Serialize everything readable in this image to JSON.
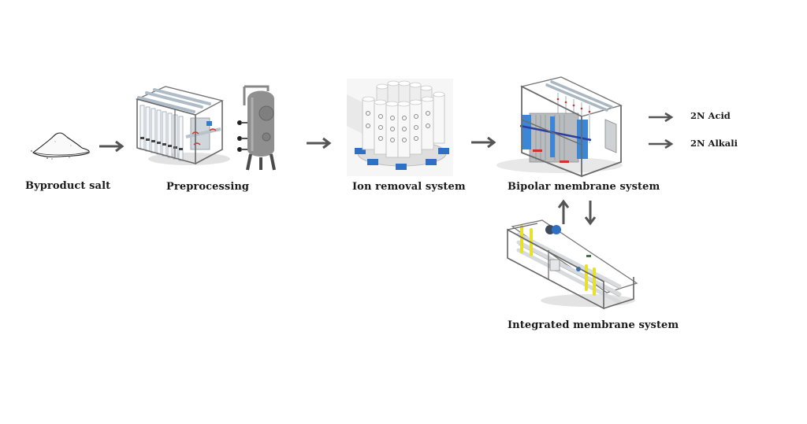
{
  "diagram": {
    "type": "process-flow",
    "nodes": [
      {
        "id": "salt",
        "label": "Byproduct salt",
        "icon": "salt-pile-icon"
      },
      {
        "id": "pre",
        "label": "Preprocessing",
        "icon": "ultrafiltration-skid-and-pressure-vessel-icon"
      },
      {
        "id": "ion",
        "label": "Ion removal system",
        "icon": "ion-exchange-column-ring-icon"
      },
      {
        "id": "bpm",
        "label": "Bipolar membrane system",
        "icon": "bipolar-membrane-electrodialysis-skid-icon"
      },
      {
        "id": "ims",
        "label": "Integrated membrane system",
        "icon": "membrane-skid-icon"
      }
    ],
    "outputs": [
      {
        "label": "2N Acid"
      },
      {
        "label": "2N Alkali"
      }
    ],
    "edges": [
      {
        "from": "salt",
        "to": "pre",
        "direction": "right"
      },
      {
        "from": "pre",
        "to": "ion",
        "direction": "right"
      },
      {
        "from": "ion",
        "to": "bpm",
        "direction": "right"
      },
      {
        "from": "bpm",
        "to": "2N Acid",
        "direction": "right"
      },
      {
        "from": "bpm",
        "to": "2N Alkali",
        "direction": "right"
      },
      {
        "from": "ims",
        "to": "bpm",
        "direction": "up"
      },
      {
        "from": "bpm",
        "to": "ims",
        "direction": "down"
      }
    ],
    "colors": {
      "arrow": "#555555",
      "frame": "#6b6b6b",
      "pipe": "#b9c4cc",
      "accent_blue": "#2f7fd0",
      "accent_red": "#d23a2a",
      "accent_yellow": "#e8e02a",
      "vessel": "#8f8f8f"
    }
  }
}
